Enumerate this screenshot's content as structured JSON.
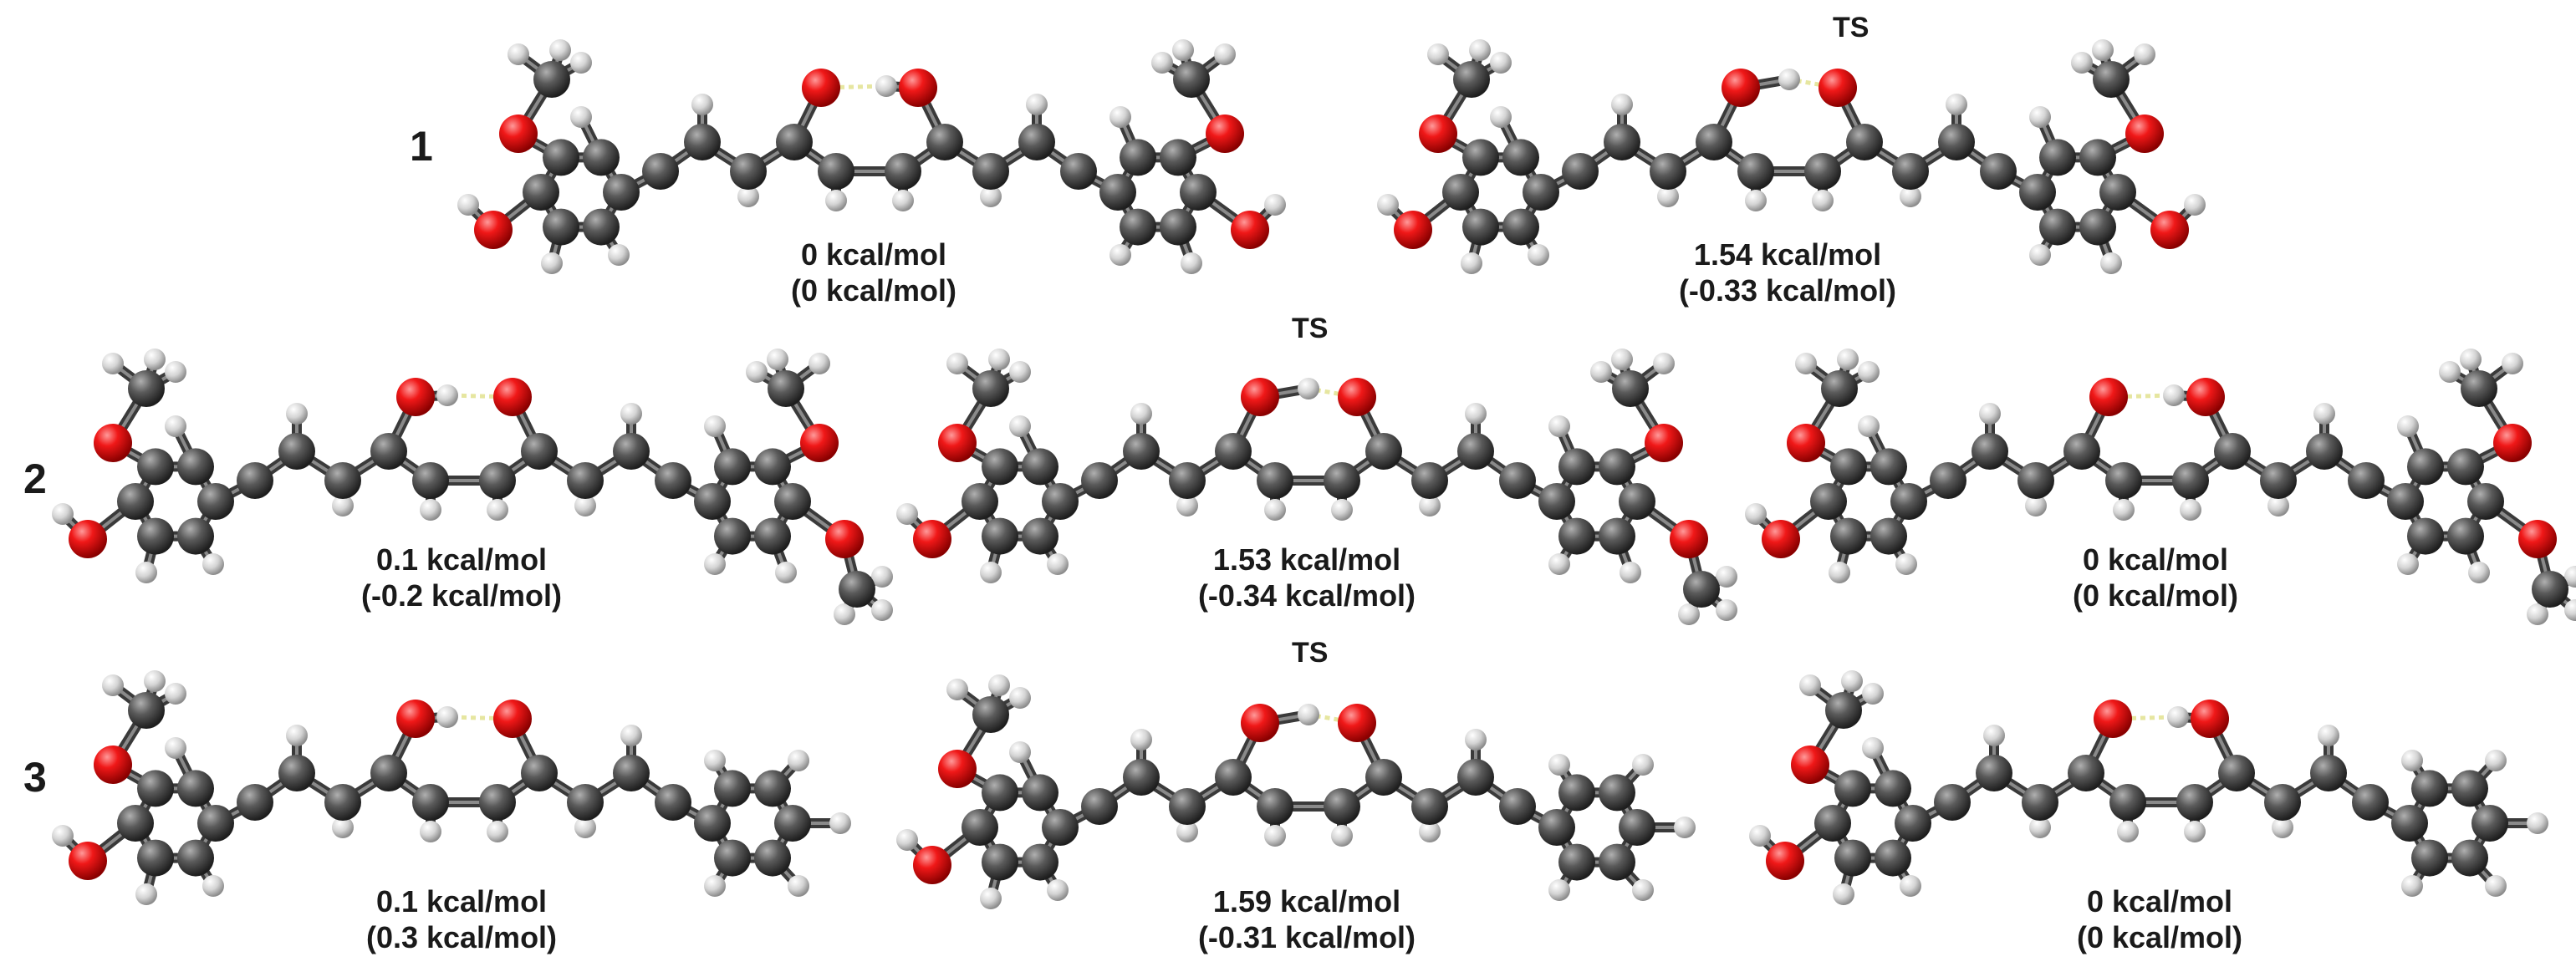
{
  "rows": [
    {
      "label": "1",
      "structures": [
        {
          "ts": "",
          "energy": "0 kcal/mol",
          "energy_paren": "(0 kcal/mol)",
          "variant": "a",
          "methoxy2": false,
          "phenyl": false
        },
        {
          "ts": "TS",
          "energy": "1.54 kcal/mol",
          "energy_paren": "(-0.33 kcal/mol)",
          "variant": "ts",
          "methoxy2": false,
          "phenyl": false
        }
      ]
    },
    {
      "label": "2",
      "structures": [
        {
          "ts": "",
          "energy": "0.1 kcal/mol",
          "energy_paren": "(-0.2 kcal/mol)",
          "variant": "b",
          "methoxy2": true,
          "phenyl": false
        },
        {
          "ts": "TS",
          "energy": "1.53 kcal/mol",
          "energy_paren": "(-0.34 kcal/mol)",
          "variant": "ts",
          "methoxy2": true,
          "phenyl": false
        },
        {
          "ts": "",
          "energy": "0 kcal/mol",
          "energy_paren": "(0 kcal/mol)",
          "variant": "a",
          "methoxy2": true,
          "phenyl": false
        }
      ]
    },
    {
      "label": "3",
      "structures": [
        {
          "ts": "",
          "energy": "0.1 kcal/mol",
          "energy_paren": "(0.3 kcal/mol)",
          "variant": "b",
          "methoxy2": false,
          "phenyl": true
        },
        {
          "ts": "TS",
          "energy": "1.59 kcal/mol",
          "energy_paren": "(-0.31 kcal/mol)",
          "variant": "ts",
          "methoxy2": false,
          "phenyl": true
        },
        {
          "ts": "",
          "energy": "0 kcal/mol",
          "energy_paren": "(0 kcal/mol)",
          "variant": "a",
          "methoxy2": false,
          "phenyl": true
        }
      ]
    }
  ],
  "colors": {
    "carbon": "#4a4a4a",
    "oxygen": "#e01010",
    "hydrogen": "#d0d0d0",
    "hbond": "#e6e6a0",
    "text": "#1a1a1a"
  }
}
